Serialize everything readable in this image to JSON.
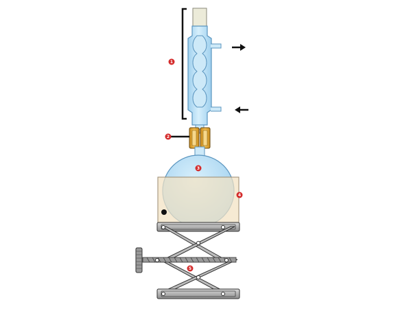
{
  "markers": [
    {
      "id": "condenser",
      "label": "1"
    },
    {
      "id": "joint-clip",
      "label": "2"
    },
    {
      "id": "flask",
      "label": "3"
    },
    {
      "id": "heating-mantle",
      "label": "4"
    },
    {
      "id": "lab-jack",
      "label": "5"
    }
  ],
  "arrows": [
    {
      "id": "water-out",
      "direction": "right"
    },
    {
      "id": "water-in",
      "direction": "left"
    }
  ],
  "colors": {
    "glass_fill": "#bfe3f7",
    "glass_stroke": "#5a95bf",
    "clip_fill": "#e3a32e",
    "mantle_fill": "#f2e2c2",
    "marker_red": "#d42b2b",
    "jack_steel": "#a6a6a6"
  }
}
